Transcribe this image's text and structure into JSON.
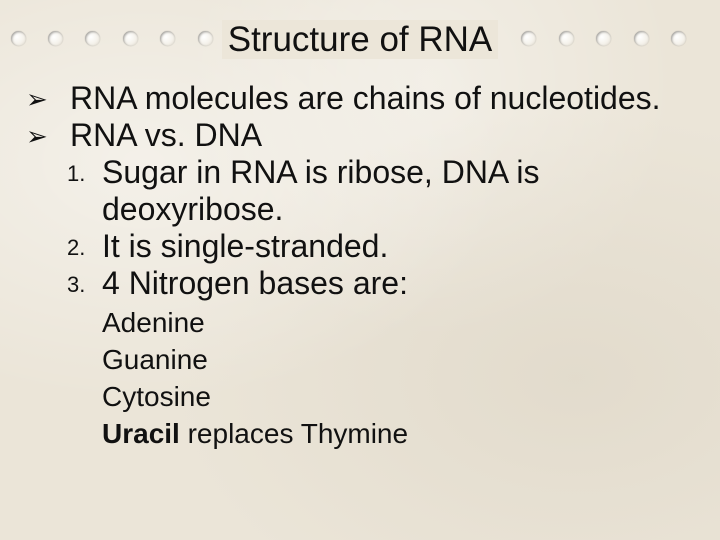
{
  "slide": {
    "title": "Structure of RNA",
    "bullets": [
      {
        "marker": "➢",
        "text": "RNA molecules are chains of nucleotides."
      },
      {
        "marker": "➢",
        "text": "RNA vs. DNA"
      }
    ],
    "numbered": [
      {
        "number": "1.",
        "text": "Sugar in RNA is ribose, DNA is deoxyribose."
      },
      {
        "number": "2.",
        "text": "It is single-stranded."
      },
      {
        "number": "3.",
        "text": "4 Nitrogen bases are:"
      }
    ],
    "bases": [
      {
        "text": "Adenine"
      },
      {
        "text": "Guanine"
      },
      {
        "text": "Cytosine"
      },
      {
        "bold": "Uracil",
        "text": " replaces Thymine"
      }
    ]
  }
}
